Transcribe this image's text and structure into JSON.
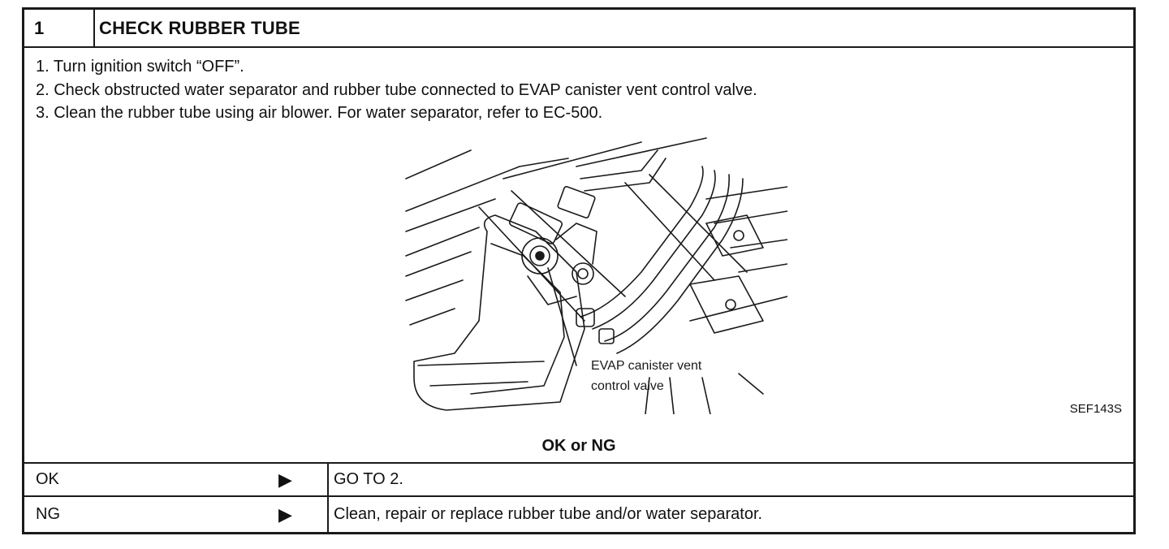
{
  "header": {
    "number": "1",
    "title": "CHECK RUBBER TUBE"
  },
  "steps": [
    "1.  Turn ignition switch “OFF”.",
    "2.  Check obstructed water separator and rubber tube connected to EVAP canister vent control valve.",
    "3.  Clean the rubber tube using air blower. For water separator, refer to EC-500."
  ],
  "figure": {
    "callout_line1": "EVAP canister vent",
    "callout_line2": "control valve",
    "figure_id": "SEF143S"
  },
  "ok_ng_heading": "OK or NG",
  "results": [
    {
      "label": "OK",
      "arrow": "▶",
      "action": "GO TO 2."
    },
    {
      "label": "NG",
      "arrow": "▶",
      "action": "Clean, repair or replace rubber tube and/or water separator."
    }
  ]
}
